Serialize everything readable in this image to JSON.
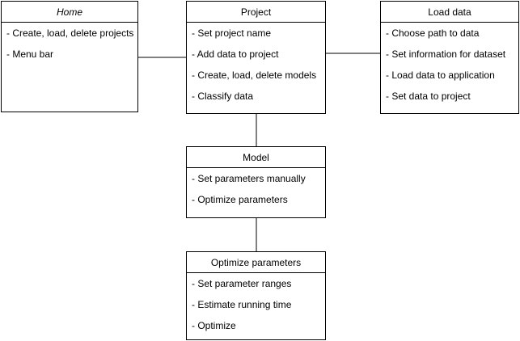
{
  "diagram": {
    "home": {
      "title": "Home",
      "items": [
        "- Create, load, delete projects",
        "- Menu bar"
      ]
    },
    "project": {
      "title": "Project",
      "items": [
        "- Set project name",
        "- Add data to project",
        "- Create, load, delete models",
        "- Classify data"
      ]
    },
    "load_data": {
      "title": "Load data",
      "items": [
        "- Choose path to data",
        "- Set information for dataset",
        "- Load data to application",
        "- Set data to project"
      ]
    },
    "model": {
      "title": "Model",
      "items": [
        "- Set parameters manually",
        "- Optimize parameters"
      ]
    },
    "optimize_parameters": {
      "title": "Optimize parameters",
      "items": [
        "- Set parameter ranges",
        "- Estimate running time",
        "- Optimize"
      ]
    },
    "colors": {
      "line": "#000000",
      "background": "#ffffff"
    }
  }
}
